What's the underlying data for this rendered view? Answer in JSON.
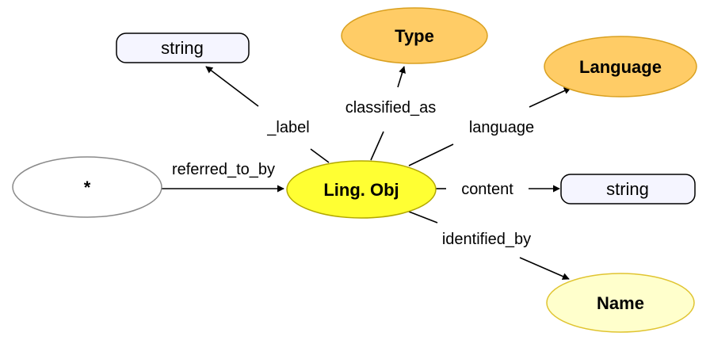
{
  "nodes": {
    "star": {
      "label": "*",
      "fill": "#ffffff",
      "stroke": "#8a8a8a"
    },
    "ling_obj": {
      "label": "Ling. Obj",
      "fill": "#ffff33",
      "stroke": "#b3a800"
    },
    "type": {
      "label": "Type",
      "fill": "#ffcc66",
      "stroke": "#d9a020"
    },
    "language": {
      "label": "Language",
      "fill": "#ffcc66",
      "stroke": "#d9a020"
    },
    "name": {
      "label": "Name",
      "fill": "#ffffcc",
      "stroke": "#e0c430"
    },
    "label_string": {
      "label": "string",
      "fill": "#f5f5ff",
      "stroke": "#000000"
    },
    "content_string": {
      "label": "string",
      "fill": "#f5f5ff",
      "stroke": "#000000"
    }
  },
  "edges": {
    "referred_to_by": "referred_to_by",
    "label": "_label",
    "classified_as": "classified_as",
    "language": "language",
    "content": "content",
    "identified_by": "identified_by"
  }
}
